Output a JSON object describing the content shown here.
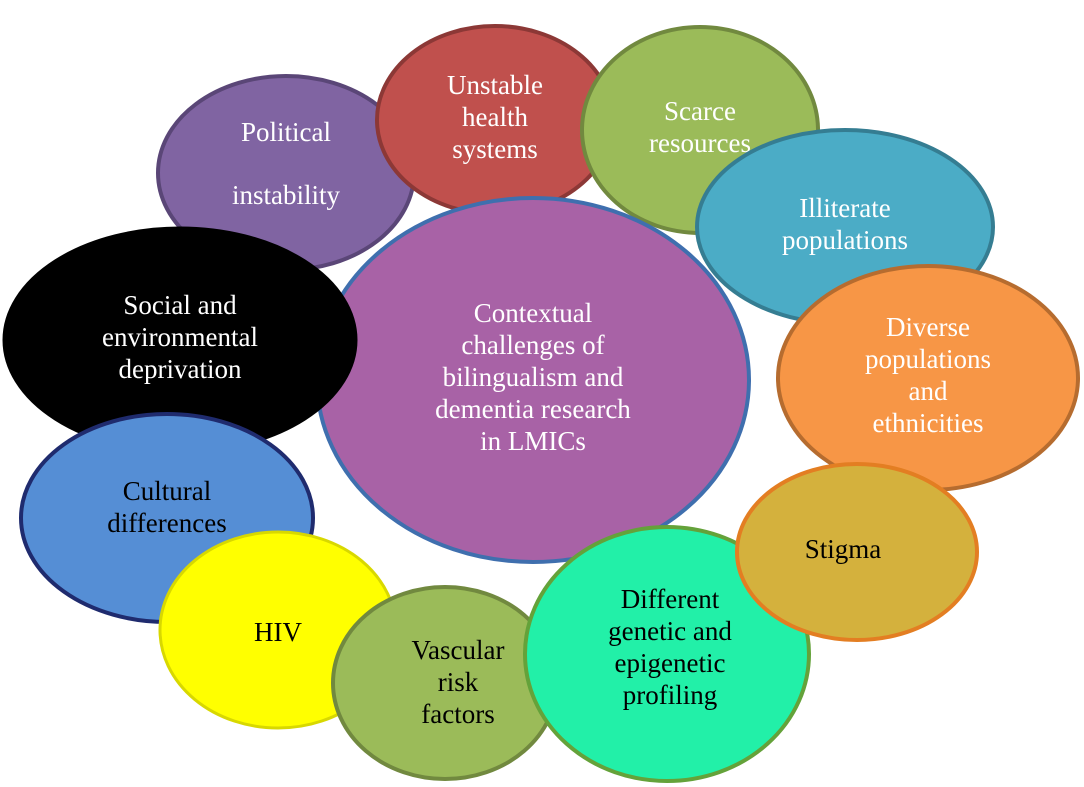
{
  "center": {
    "lines": [
      "Contextual",
      "challenges of",
      "bilingualism and",
      "dementia research",
      "in LMICs"
    ],
    "fill": "#a862a6",
    "stroke": "#3f6fae",
    "text_color": "#ffffff"
  },
  "bubbles": [
    {
      "key": "political-instability",
      "lines": [
        "Political",
        "",
        "instability"
      ],
      "fill": "#8064a2",
      "stroke": "#5a4677",
      "text_color": "#ffffff"
    },
    {
      "key": "unstable-health-systems",
      "lines": [
        "Unstable",
        "health",
        "systems"
      ],
      "fill": "#c0504d",
      "stroke": "#8c3836",
      "text_color": "#ffffff"
    },
    {
      "key": "scarce-resources",
      "lines": [
        "Scarce",
        "resources"
      ],
      "fill": "#9bbb59",
      "stroke": "#71893f",
      "text_color": "#ffffff"
    },
    {
      "key": "illiterate-populations",
      "lines": [
        "Illiterate",
        "populations"
      ],
      "fill": "#4bacc6",
      "stroke": "#357d92",
      "text_color": "#ffffff"
    },
    {
      "key": "diverse-populations",
      "lines": [
        "Diverse",
        "populations",
        "and",
        "ethnicities"
      ],
      "fill": "#f79646",
      "stroke": "#b66c2f",
      "text_color": "#ffffff"
    },
    {
      "key": "stigma",
      "lines": [
        "Stigma"
      ],
      "fill": "#d4b13d",
      "stroke": "#e37e22",
      "text_color": "#000000"
    },
    {
      "key": "genetic-profiling",
      "lines": [
        "Different",
        "genetic and",
        "epigenetic",
        "profiling"
      ],
      "fill": "#22f0a8",
      "stroke": "#64a23a",
      "text_color": "#000000"
    },
    {
      "key": "vascular-risk-factors",
      "lines": [
        "Vascular",
        "risk",
        "factors"
      ],
      "fill": "#9bbb59",
      "stroke": "#71893f",
      "text_color": "#000000"
    },
    {
      "key": "hiv",
      "lines": [
        "HIV"
      ],
      "fill": "#ffff00",
      "stroke": "#d8d800",
      "text_color": "#000000"
    },
    {
      "key": "cultural-differences",
      "lines": [
        "Cultural",
        "differences"
      ],
      "fill": "#558ed5",
      "stroke": "#1f2b6e",
      "text_color": "#000000"
    },
    {
      "key": "social-deprivation",
      "lines": [
        "Social and",
        "environmental",
        "deprivation"
      ],
      "fill": "#000000",
      "stroke": "#000000",
      "text_color": "#ffffff"
    }
  ]
}
